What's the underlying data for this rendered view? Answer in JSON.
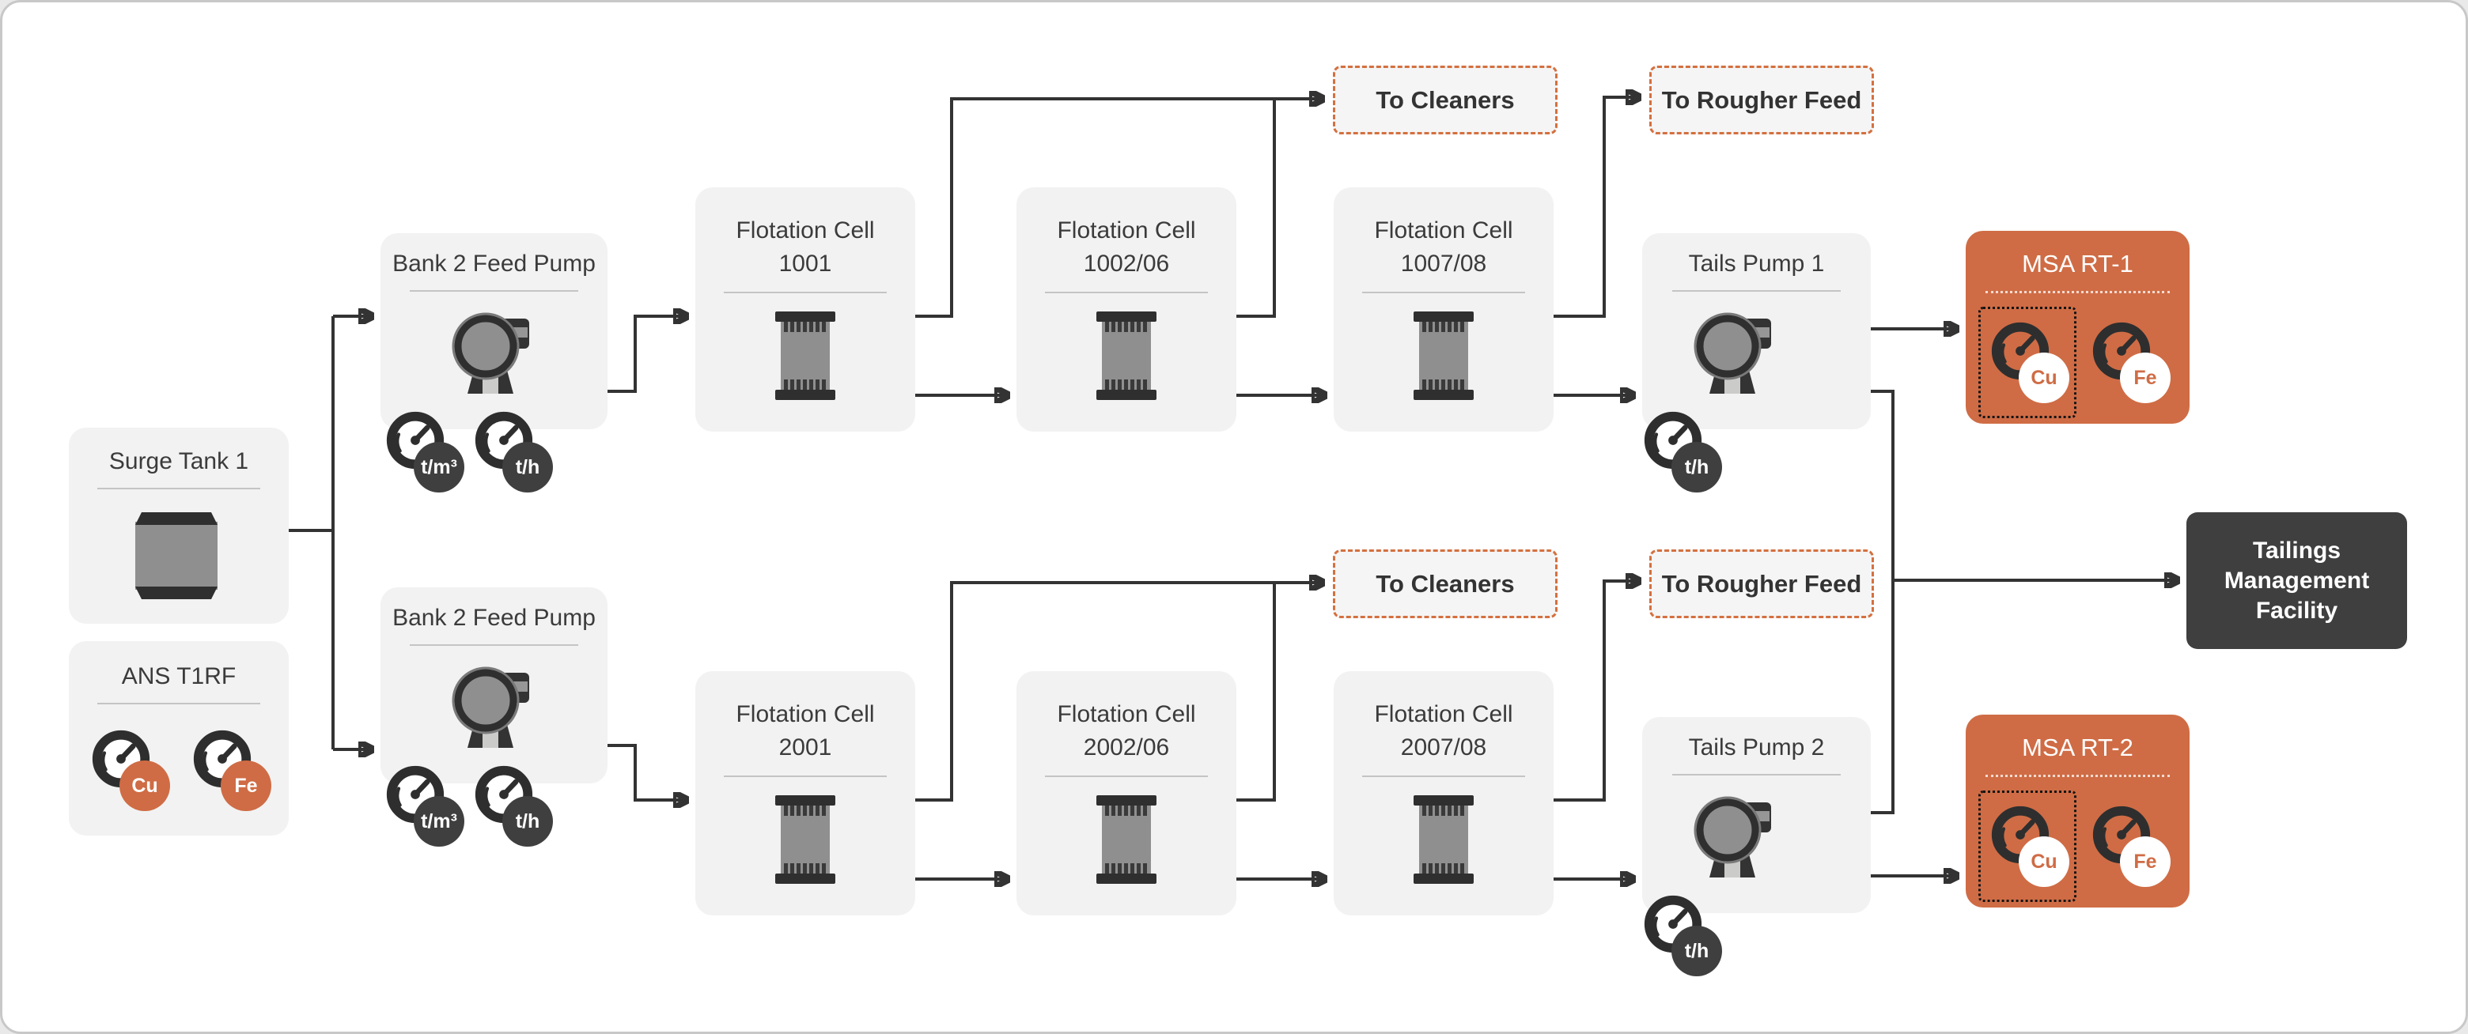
{
  "colors": {
    "accent_orange": "#cf6c45",
    "dark_gray": "#3f3f3f",
    "card_gray": "#f2f2f2",
    "line": "#333333"
  },
  "flow_labels": {
    "to_cleaners": "To Cleaners",
    "to_rougher_feed": "To Rougher Feed"
  },
  "nodes": {
    "surge_tank": {
      "title": "Surge Tank 1"
    },
    "ans_t1rf": {
      "title": "ANS T1RF",
      "gauges": {
        "g1": "Cu",
        "g2": "Fe"
      }
    },
    "feed_pump_1": {
      "title": "Bank 2 Feed Pump",
      "gauges": {
        "g1": "t/m³",
        "g2": "t/h"
      }
    },
    "feed_pump_2": {
      "title": "Bank 2 Feed Pump",
      "gauges": {
        "g1": "t/m³",
        "g2": "t/h"
      }
    },
    "cell_1001": {
      "title": "Flotation Cell",
      "unit": "1001"
    },
    "cell_1002_06": {
      "title": "Flotation Cell",
      "unit": "1002/06"
    },
    "cell_1007_08": {
      "title": "Flotation Cell",
      "unit": "1007/08"
    },
    "cell_2001": {
      "title": "Flotation Cell",
      "unit": "2001"
    },
    "cell_2002_06": {
      "title": "Flotation Cell",
      "unit": "2002/06"
    },
    "cell_2007_08": {
      "title": "Flotation Cell",
      "unit": "2007/08"
    },
    "tails_pump_1": {
      "title": "Tails Pump 1",
      "gauges": {
        "g1": "t/h"
      }
    },
    "tails_pump_2": {
      "title": "Tails Pump 2",
      "gauges": {
        "g1": "t/h"
      }
    },
    "msa_rt_1": {
      "title": "MSA RT-1",
      "gauges": {
        "g1": "Cu",
        "g2": "Fe"
      }
    },
    "msa_rt_2": {
      "title": "MSA RT-2",
      "gauges": {
        "g1": "Cu",
        "g2": "Fe"
      }
    },
    "tailings_management_facility": {
      "line1": "Tailings",
      "line2": "Management",
      "line3": "Facility"
    }
  }
}
